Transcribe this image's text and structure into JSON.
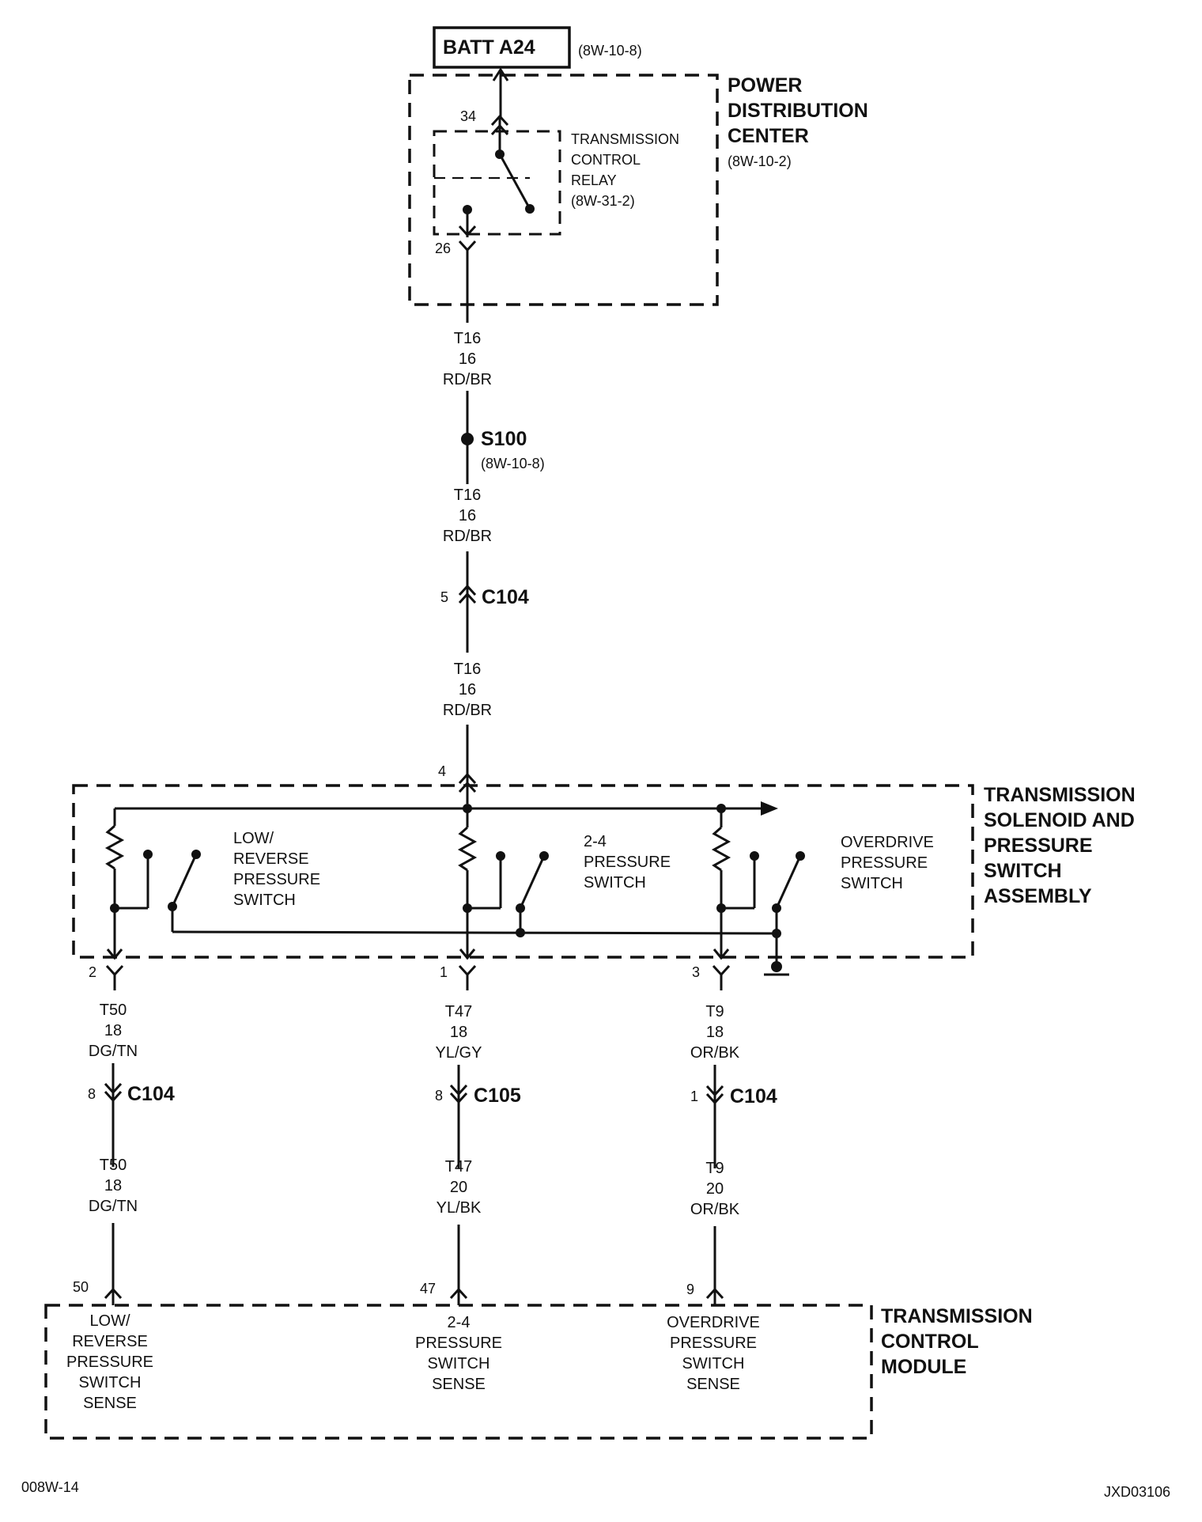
{
  "battery": {
    "label": "BATT A24",
    "ref": "(8W-10-8)"
  },
  "pdc": {
    "lines": [
      "POWER",
      "DISTRIBUTION",
      "CENTER"
    ],
    "ref": "(8W-10-2)"
  },
  "relay": {
    "lines": [
      "TRANSMISSION",
      "CONTROL",
      "RELAY",
      "(8W-31-2)"
    ],
    "pin_top": "34",
    "pin_bottom": "26"
  },
  "wire_top": {
    "circuit": "T16",
    "gauge": "16",
    "color": "RD/BR"
  },
  "splice": {
    "label": "S100",
    "ref": "(8W-10-8)"
  },
  "wire_mid": {
    "circuit": "T16",
    "gauge": "16",
    "color": "RD/BR"
  },
  "c104_main": {
    "pin": "5",
    "label": "C104"
  },
  "wire_lower": {
    "circuit": "T16",
    "gauge": "16",
    "color": "RD/BR"
  },
  "assembly": {
    "pin_in": "4",
    "lines": [
      "TRANSMISSION",
      "SOLENOID AND",
      "PRESSURE",
      "SWITCH",
      "ASSEMBLY"
    ],
    "switches": [
      {
        "lines": [
          "LOW/",
          "REVERSE",
          "PRESSURE",
          "SWITCH"
        ]
      },
      {
        "lines": [
          "2-4",
          "PRESSURE",
          "SWITCH"
        ]
      },
      {
        "lines": [
          "OVERDRIVE",
          "PRESSURE",
          "SWITCH"
        ]
      }
    ]
  },
  "branches": [
    {
      "pin_out": "2",
      "upper": {
        "circuit": "T50",
        "gauge": "18",
        "color": "DG/TN"
      },
      "connector": {
        "pin": "8",
        "label": "C104"
      },
      "lower": {
        "circuit": "T50",
        "gauge": "18",
        "color": "DG/TN"
      },
      "module_pin": "50",
      "sense": [
        "LOW/",
        "REVERSE",
        "PRESSURE",
        "SWITCH",
        "SENSE"
      ]
    },
    {
      "pin_out": "1",
      "upper": {
        "circuit": "T47",
        "gauge": "18",
        "color": "YL/GY"
      },
      "connector": {
        "pin": "8",
        "label": "C105"
      },
      "lower": {
        "circuit": "T47",
        "gauge": "20",
        "color": "YL/BK"
      },
      "module_pin": "47",
      "sense": [
        "2-4",
        "PRESSURE",
        "SWITCH",
        "SENSE"
      ]
    },
    {
      "pin_out": "3",
      "upper": {
        "circuit": "T9",
        "gauge": "18",
        "color": "OR/BK"
      },
      "connector": {
        "pin": "1",
        "label": "C104"
      },
      "lower": {
        "circuit": "T9",
        "gauge": "20",
        "color": "OR/BK"
      },
      "module_pin": "9",
      "sense": [
        "OVERDRIVE",
        "PRESSURE",
        "SWITCH",
        "SENSE"
      ]
    }
  ],
  "tcm": {
    "lines": [
      "TRANSMISSION",
      "CONTROL",
      "MODULE"
    ]
  },
  "footer": {
    "left": "008W-14",
    "right": "JXD03106"
  }
}
